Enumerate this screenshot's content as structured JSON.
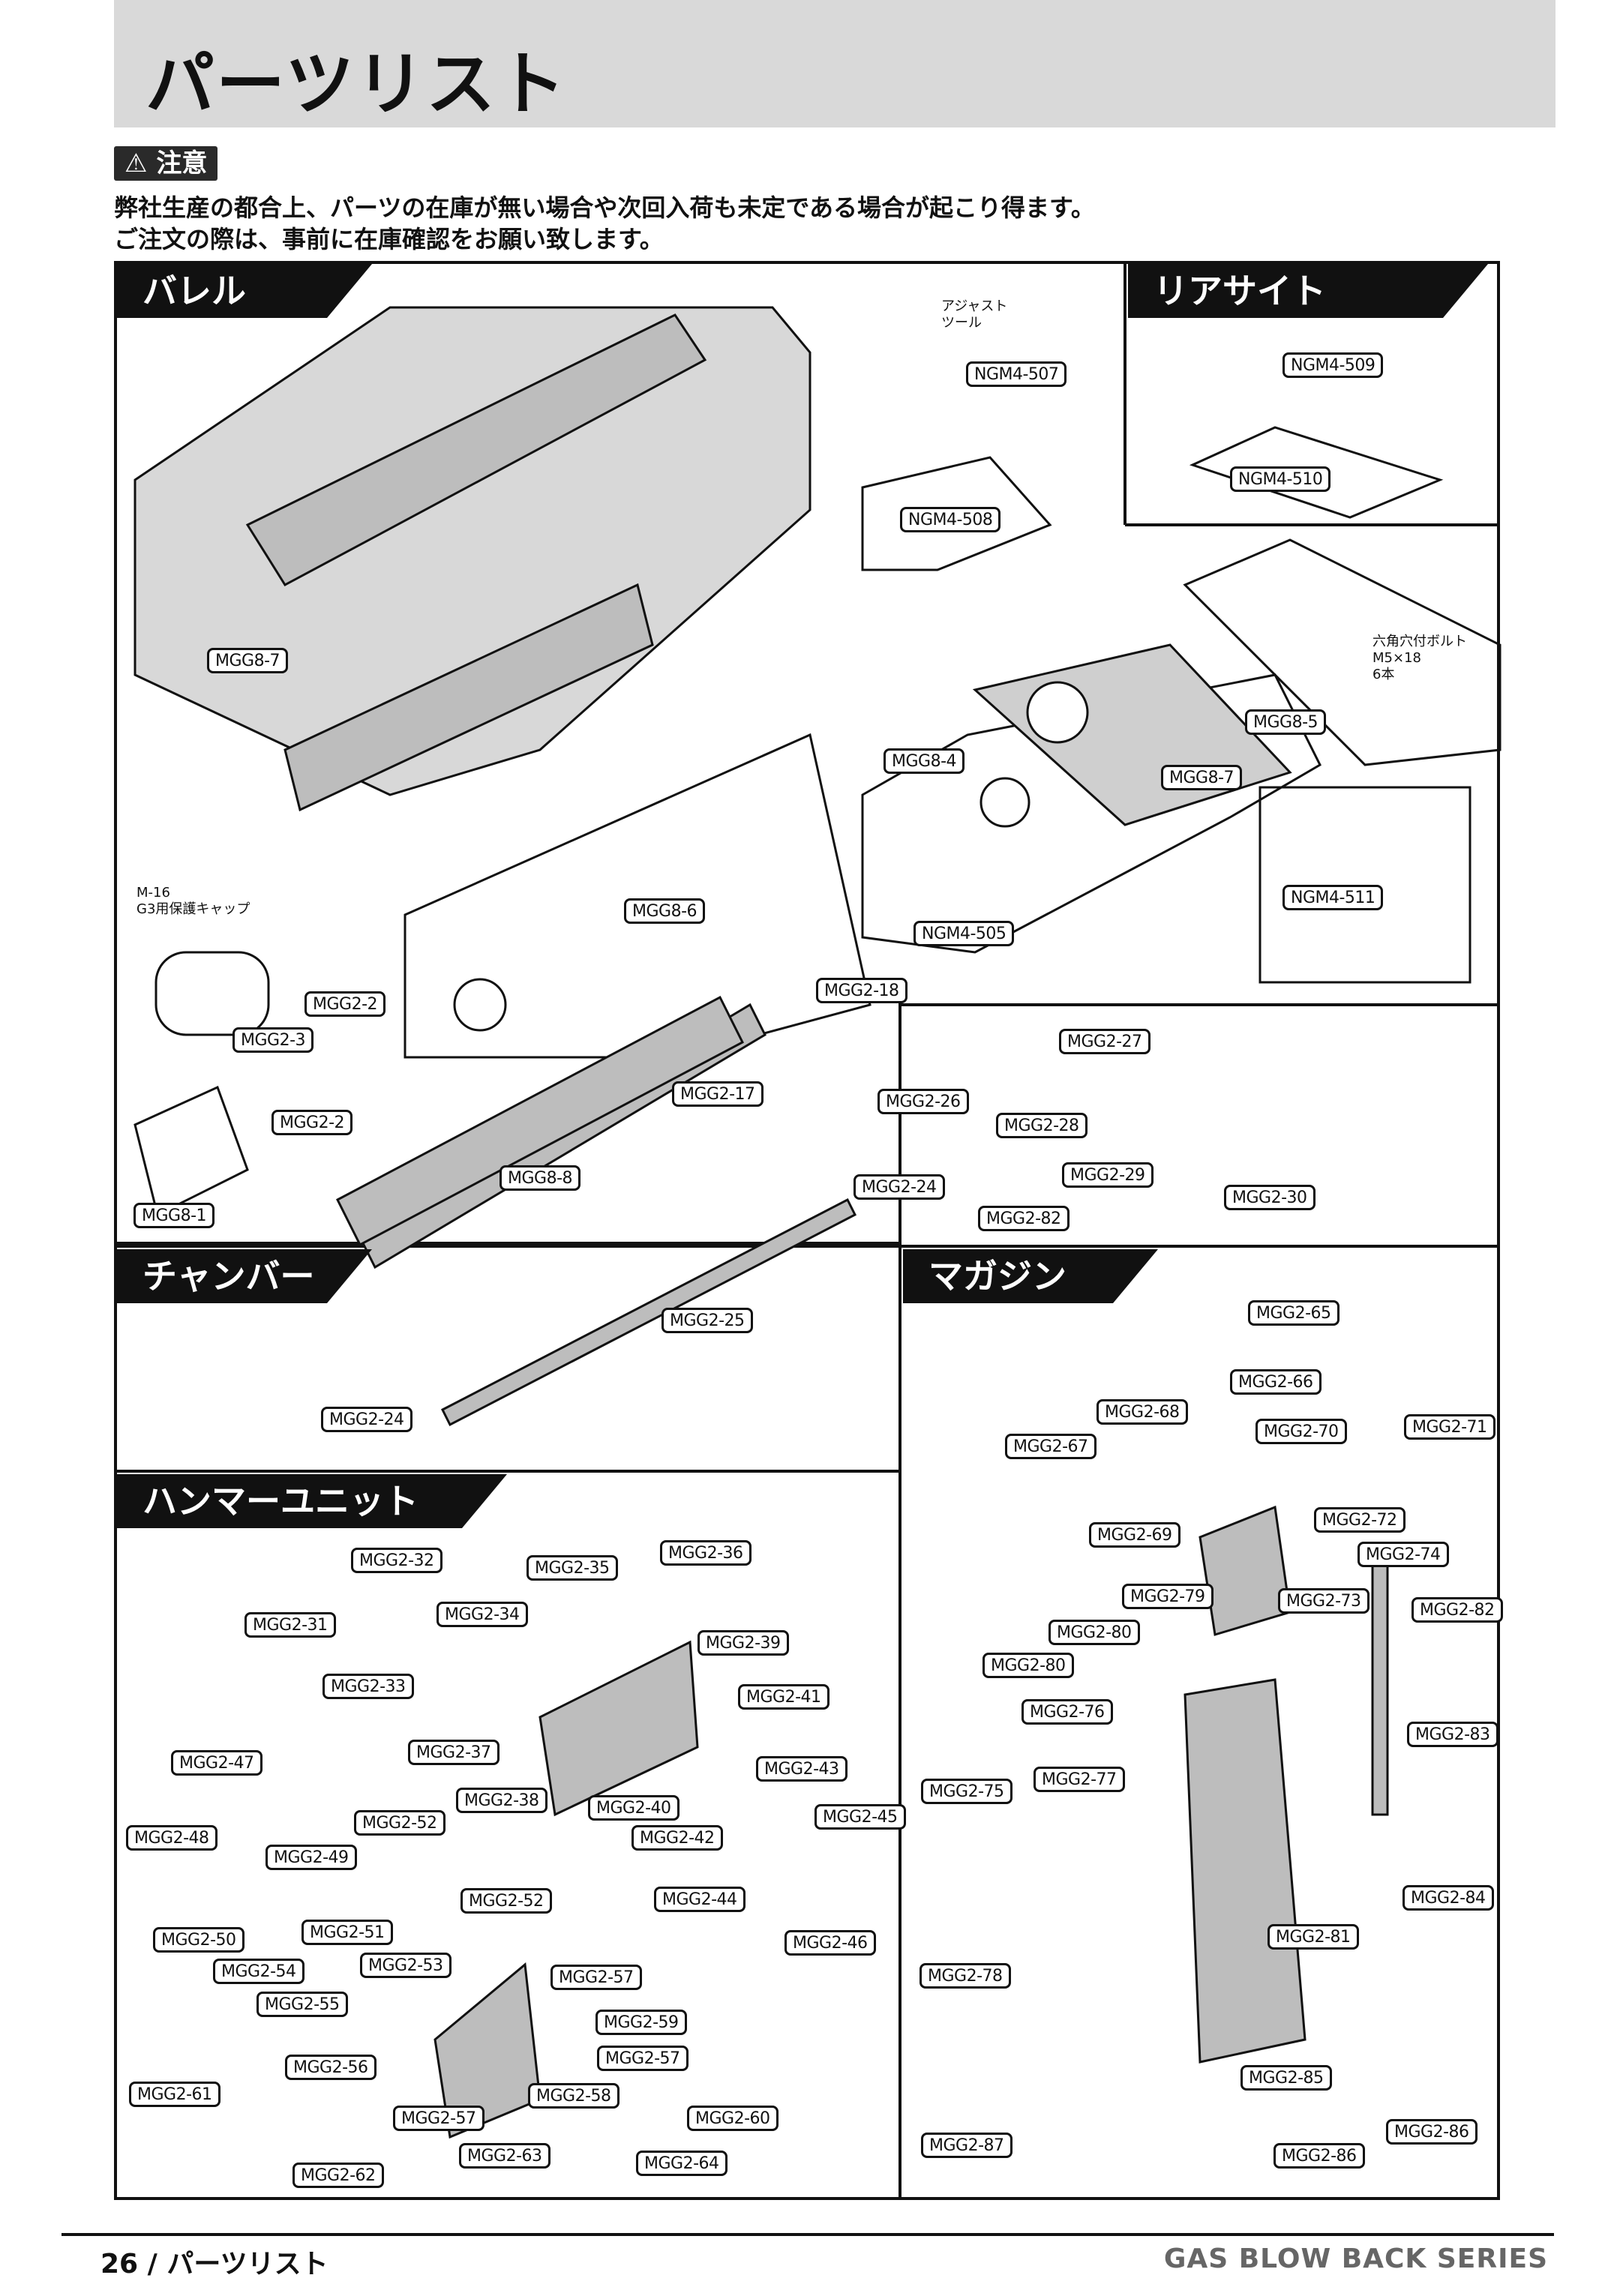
{
  "page_title": "パーツリスト",
  "caution": {
    "badge": "⚠ 注意",
    "line1": "弊社生産の都合上、パーツの在庫が無い場合や次回入荷も未定である場合が起こり得ます。",
    "line2": "ご注文の際は、事前に在庫確認をお願い致します。"
  },
  "sections": {
    "barrel": "バレル",
    "rear_sight": "リアサイト",
    "chamber": "チャンバー",
    "magazine": "マガジン",
    "hammer": "ハンマーユニット"
  },
  "notes": {
    "adjust_tool": "アジャスト\nツール",
    "hex_bolt": "六角穴付ボルト\nM5×18\n6本",
    "m16_cap": "M-16\nG3用保護キャップ"
  },
  "parts": {
    "ngm4_507": "NGM4-507",
    "ngm4_508": "NGM4-508",
    "ngm4_509": "NGM4-509",
    "ngm4_510": "NGM4-510",
    "ngm4_505": "NGM4-505",
    "ngm4_511": "NGM4-511",
    "mgg8_7a": "MGG8-7",
    "mgg8_7b": "MGG8-7",
    "mgg8_5": "MGG8-5",
    "mgg8_4": "MGG8-4",
    "mgg8_6": "MGG8-6",
    "mgg8_8": "MGG8-8",
    "mgg8_1": "MGG8-1",
    "mgg2_2a": "MGG2-2",
    "mgg2_3": "MGG2-3",
    "mgg2_2b": "MGG2-2",
    "mgg2_18": "MGG2-18",
    "mgg2_17": "MGG2-17",
    "mgg2_27": "MGG2-27",
    "mgg2_26": "MGG2-26",
    "mgg2_28": "MGG2-28",
    "mgg2_29": "MGG2-29",
    "mgg2_24a": "MGG2-24",
    "mgg2_82a": "MGG2-82",
    "mgg2_30": "MGG2-30",
    "mgg2_25": "MGG2-25",
    "mgg2_24b": "MGG2-24",
    "mgg2_65": "MGG2-65",
    "mgg2_66": "MGG2-66",
    "mgg2_68": "MGG2-68",
    "mgg2_67": "MGG2-67",
    "mgg2_70": "MGG2-70",
    "mgg2_71": "MGG2-71",
    "mgg2_69": "MGG2-69",
    "mgg2_72": "MGG2-72",
    "mgg2_74": "MGG2-74",
    "mgg2_79": "MGG2-79",
    "mgg2_73": "MGG2-73",
    "mgg2_82b": "MGG2-82",
    "mgg2_80a": "MGG2-80",
    "mgg2_80b": "MGG2-80",
    "mgg2_76": "MGG2-76",
    "mgg2_77": "MGG2-77",
    "mgg2_75": "MGG2-75",
    "mgg2_83": "MGG2-83",
    "mgg2_84": "MGG2-84",
    "mgg2_81": "MGG2-81",
    "mgg2_78": "MGG2-78",
    "mgg2_85": "MGG2-85",
    "mgg2_86a": "MGG2-86",
    "mgg2_86b": "MGG2-86",
    "mgg2_87": "MGG2-87",
    "mgg2_32": "MGG2-32",
    "mgg2_35": "MGG2-35",
    "mgg2_36": "MGG2-36",
    "mgg2_31": "MGG2-31",
    "mgg2_34": "MGG2-34",
    "mgg2_39": "MGG2-39",
    "mgg2_33": "MGG2-33",
    "mgg2_41": "MGG2-41",
    "mgg2_37": "MGG2-37",
    "mgg2_43": "MGG2-43",
    "mgg2_47": "MGG2-47",
    "mgg2_38": "MGG2-38",
    "mgg2_40": "MGG2-40",
    "mgg2_45": "MGG2-45",
    "mgg2_48": "MGG2-48",
    "mgg2_49": "MGG2-49",
    "mgg2_52a": "MGG2-52",
    "mgg2_42": "MGG2-42",
    "mgg2_52b": "MGG2-52",
    "mgg2_44": "MGG2-44",
    "mgg2_50": "MGG2-50",
    "mgg2_51": "MGG2-51",
    "mgg2_46": "MGG2-46",
    "mgg2_54": "MGG2-54",
    "mgg2_53": "MGG2-53",
    "mgg2_57a": "MGG2-57",
    "mgg2_55": "MGG2-55",
    "mgg2_59": "MGG2-59",
    "mgg2_56": "MGG2-56",
    "mgg2_57b": "MGG2-57",
    "mgg2_61": "MGG2-61",
    "mgg2_58": "MGG2-58",
    "mgg2_57c": "MGG2-57",
    "mgg2_60": "MGG2-60",
    "mgg2_63": "MGG2-63",
    "mgg2_64": "MGG2-64",
    "mgg2_62": "MGG2-62"
  },
  "footer": {
    "page": "26 / パーツリスト",
    "series": "GAS BLOW BACK SERIES"
  }
}
